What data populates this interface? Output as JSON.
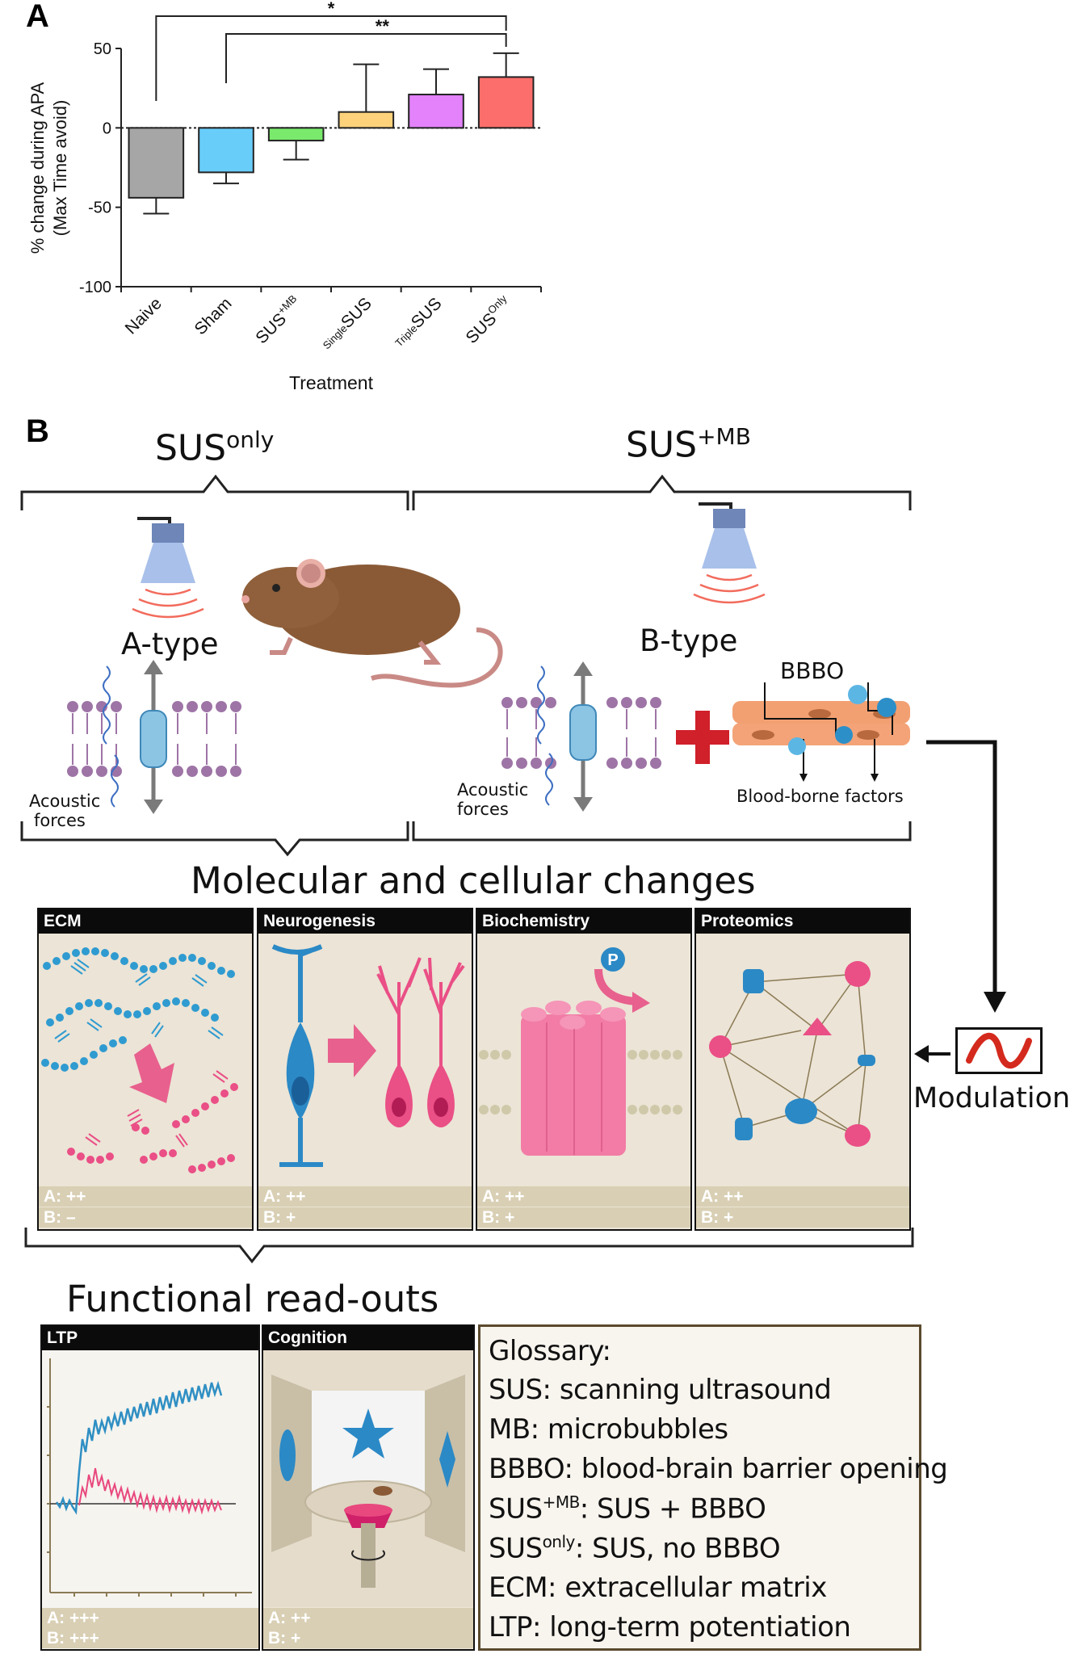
{
  "panel_a": {
    "letter": "A",
    "chart_data": {
      "type": "bar",
      "ylabel_line1": "% change during APA",
      "ylabel_line2": "(Max Time avoid)",
      "xlabel": "Treatment",
      "ylim": [
        -100,
        50
      ],
      "yticks": [
        "50",
        "0",
        "-50",
        "-100"
      ],
      "categories": [
        "Naive",
        "Sham",
        "SUS+MB",
        "SingleSUS",
        "TripleSUS",
        "SUSOnly"
      ],
      "category_labels": [
        {
          "pre": "",
          "base": "Naive",
          "sup": ""
        },
        {
          "pre": "",
          "base": "Sham",
          "sup": ""
        },
        {
          "pre": "",
          "base": "SUS",
          "sup": "+MB"
        },
        {
          "pre": "Single",
          "base": "SUS",
          "sup": ""
        },
        {
          "pre": "Triple",
          "base": "SUS",
          "sup": ""
        },
        {
          "pre": "",
          "base": "SUS",
          "sup": "Only"
        }
      ],
      "values": [
        -44,
        -28,
        -8,
        10,
        21,
        32
      ],
      "error_bars": [
        10,
        7,
        12,
        30,
        16,
        15
      ],
      "colors": [
        "#a6a6a6",
        "#69cdfa",
        "#7aea6c",
        "#fdd27b",
        "#e382fb",
        "#fb6e6b"
      ],
      "significance": [
        {
          "from": "Naive",
          "to": "SUSOnly",
          "label": "*"
        },
        {
          "from": "Sham",
          "to": "SUSOnly",
          "label": "**"
        }
      ]
    }
  },
  "panel_b": {
    "letter": "B",
    "sus_only": {
      "base": "SUS",
      "sup": "only"
    },
    "sus_mb": {
      "base": "SUS",
      "sup": "+MB"
    },
    "a_type": "A-type",
    "b_type": "B-type",
    "acoustic_forces_left": [
      "Acoustic",
      "forces"
    ],
    "acoustic_forces_right": [
      "Acoustic",
      "forces"
    ],
    "bbbo": "BBBO",
    "blood_borne": "Blood-borne factors",
    "molecular_title": "Molecular and cellular changes",
    "modulation": "Modulation",
    "functional_title": "Functional read-outs",
    "cards": [
      {
        "title": "ECM",
        "a": "A: ++",
        "b": "B: –"
      },
      {
        "title": "Neurogenesis",
        "a": "A: ++",
        "b": "B: +"
      },
      {
        "title": "Biochemistry",
        "a": "A: ++",
        "b": "B: +"
      },
      {
        "title": "Proteomics",
        "a": "A: ++",
        "b": "B: +"
      }
    ],
    "p_label": "P",
    "func_cards": [
      {
        "title": "LTP",
        "a": "A: +++",
        "b": "B: +++"
      },
      {
        "title": "Cognition",
        "a": "A: ++",
        "b": "B: +"
      }
    ],
    "glossary": {
      "title": "Glossary:",
      "l1": "SUS: scanning ultrasound",
      "l2": "MB: microbubbles",
      "l3": "BBBO: blood-brain barrier opening",
      "l4_base": "SUS",
      "l4_sup": "+MB",
      "l4_rest": ": SUS + BBBO",
      "l5_base": "SUS",
      "l5_sup": "only",
      "l5_rest": ": SUS, no BBBO",
      "l6": "ECM: extracellular matrix",
      "l7": "LTP: long-term potentiation"
    }
  }
}
